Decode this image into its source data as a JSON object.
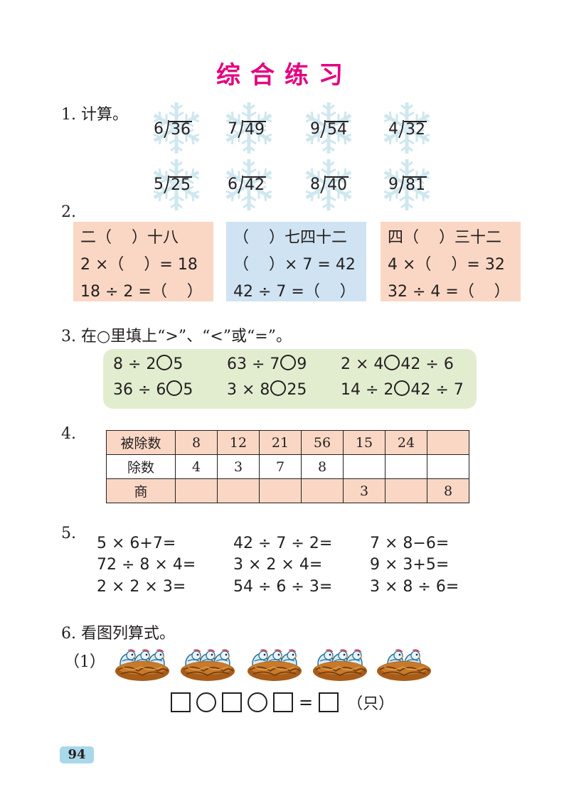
{
  "title": "综合练习",
  "q1": {
    "label": "1. 计算。",
    "problems": [
      {
        "divisor": "6",
        "dividend": "36"
      },
      {
        "divisor": "7",
        "dividend": "49"
      },
      {
        "divisor": "9",
        "dividend": "54"
      },
      {
        "divisor": "4",
        "dividend": "32"
      },
      {
        "divisor": "5",
        "dividend": "25"
      },
      {
        "divisor": "6",
        "dividend": "42"
      },
      {
        "divisor": "8",
        "dividend": "40"
      },
      {
        "divisor": "9",
        "dividend": "81"
      }
    ]
  },
  "q2": {
    "label": "2.",
    "boxes": [
      {
        "color": "#fad7c4",
        "lines": [
          "二（    ）十八",
          "2 ×（    ）= 18",
          "18 ÷ 2 =（    ）"
        ]
      },
      {
        "color": "#cfe3f2",
        "lines": [
          "（    ）七四十二",
          "（    ）× 7 = 42",
          "42 ÷ 7 =（    ）"
        ]
      },
      {
        "color": "#fad7c4",
        "lines": [
          "四（    ）三十二",
          "4 ×（    ）= 32",
          "32 ÷ 4 =（    ）"
        ]
      }
    ]
  },
  "q3": {
    "label": "3. 在○里填上“>”、“<”或“=”。",
    "items": [
      {
        "left": "8 ÷ 2",
        "right": "5"
      },
      {
        "left": "63 ÷ 7",
        "right": "9"
      },
      {
        "left": "2 × 4",
        "right": "42 ÷ 6"
      },
      {
        "left": "36 ÷ 6",
        "right": "5"
      },
      {
        "left": "3 × 8",
        "right": "25"
      },
      {
        "left": "14 ÷ 2",
        "right": "42 ÷ 7"
      }
    ]
  },
  "q4": {
    "label": "4.",
    "rows": [
      {
        "header": "被除数",
        "cells": [
          "8",
          "12",
          "21",
          "56",
          "15",
          "24",
          ""
        ]
      },
      {
        "header": "除数",
        "cells": [
          "4",
          "3",
          "7",
          "8",
          "",
          "",
          ""
        ]
      },
      {
        "header": "商",
        "cells": [
          "",
          "",
          "",
          "",
          "3",
          "",
          "8"
        ]
      }
    ]
  },
  "q5": {
    "label": "5.",
    "equations": [
      [
        "5 × 6+7=",
        "42 ÷ 7 ÷ 2=",
        "7 × 8−6="
      ],
      [
        "72 ÷ 8 × 4=",
        "3 × 2 × 4=",
        "9 × 3+5="
      ],
      [
        "2 × 2 × 3=",
        "54 ÷ 6 ÷ 3=",
        "3 × 8 ÷ 6="
      ]
    ]
  },
  "q6": {
    "label": "6. 看图列算式。",
    "sub_label": "（1）",
    "unit": "（只）",
    "equals": "="
  },
  "page_number": "94"
}
